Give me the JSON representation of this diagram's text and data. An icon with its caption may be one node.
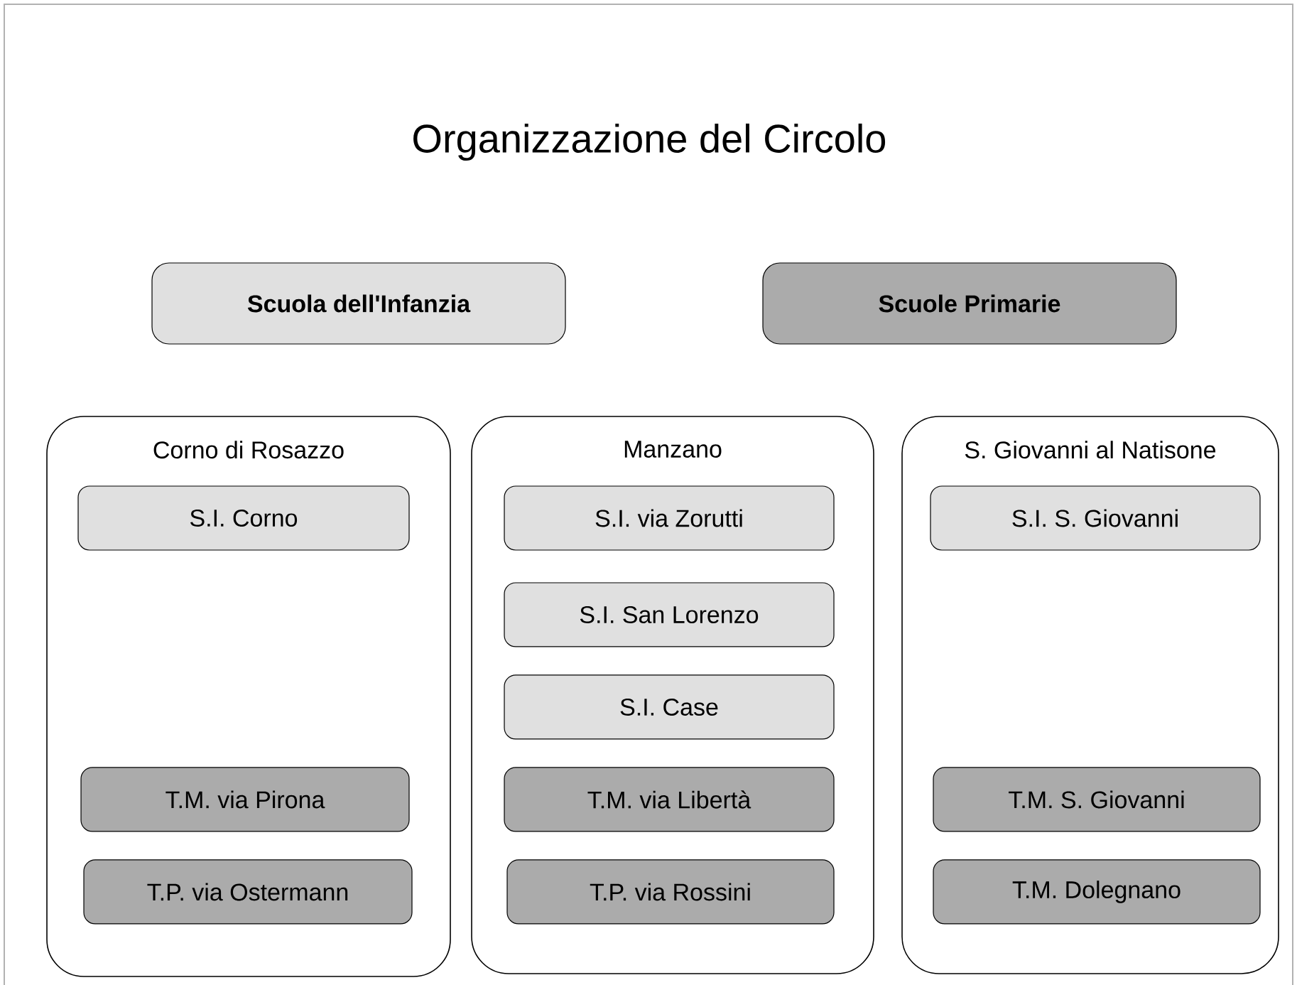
{
  "diagram": {
    "title": "Organizzazione del Circolo",
    "nodes": [
      {
        "text": [
          "Scuola dell'Infanzia"
        ]
      },
      {
        "text": [
          "Scuole Primarie"
        ]
      },
      {
        "text": [
          "Corno di Rosazzo"
        ]
      },
      {
        "text": [
          "S.I. Corno"
        ],
        "in": 2
      },
      {
        "text": [
          "T.M. via Pirona"
        ],
        "in": 2
      },
      {
        "text": [
          "T.P. via Ostermann"
        ],
        "in": 2
      },
      {
        "text": [
          "Manzano"
        ]
      },
      {
        "text": [
          "S.I. via Zorutti"
        ],
        "in": 6
      },
      {
        "text": [
          "S.I. San Lorenzo"
        ],
        "in": 6
      },
      {
        "text": [
          "S.I. Case"
        ],
        "in": 6
      },
      {
        "text": [
          "T.M. via Libertà"
        ],
        "in": 6
      },
      {
        "text": [
          "T.P. via Rossini"
        ],
        "in": 6
      },
      {
        "text": [
          "S. Giovanni al Natisone"
        ]
      },
      {
        "text": [
          "S.I. S. Giovanni"
        ],
        "in": 12
      },
      {
        "text": [
          "T.M. S. Giovanni"
        ],
        "in": 12
      },
      {
        "text": [
          "T.M. Dolegnano"
        ],
        "in": 12
      }
    ]
  }
}
